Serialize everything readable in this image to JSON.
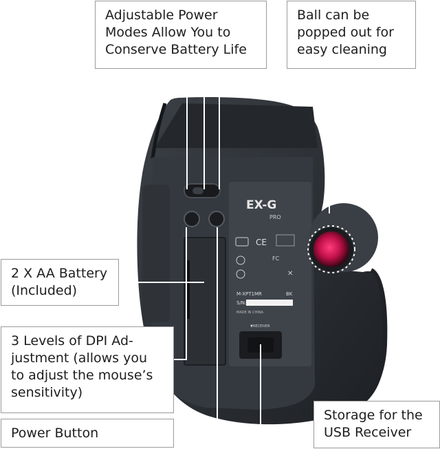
{
  "callouts": {
    "power_modes": "Adjustable Power\nModes Allow You to\nConserve Battery Life",
    "ball": "Ball can be\npopped out for\neasy cleaning",
    "battery": "2 X AA Battery\n(Included)",
    "dpi": "3 Levels of DPI Ad-\njustment (allows you\nto adjust the mouse’s\nsensitivity)",
    "power_button": "Power Button",
    "storage": "Storage for the\nUSB Receiver"
  },
  "device": {
    "brand": "EX-G",
    "sub_brand": "PRO",
    "model": "M-XPT1MR",
    "color_code": "BK",
    "sn_label": "S/N:",
    "made_in": "MADE IN CHINA",
    "receiver_label": "▼RECEIVER"
  },
  "colors": {
    "body": "#2b2f34",
    "panel": "#3a3f45",
    "ball": "#c0104a",
    "callout_border": "#9a9a9a"
  }
}
